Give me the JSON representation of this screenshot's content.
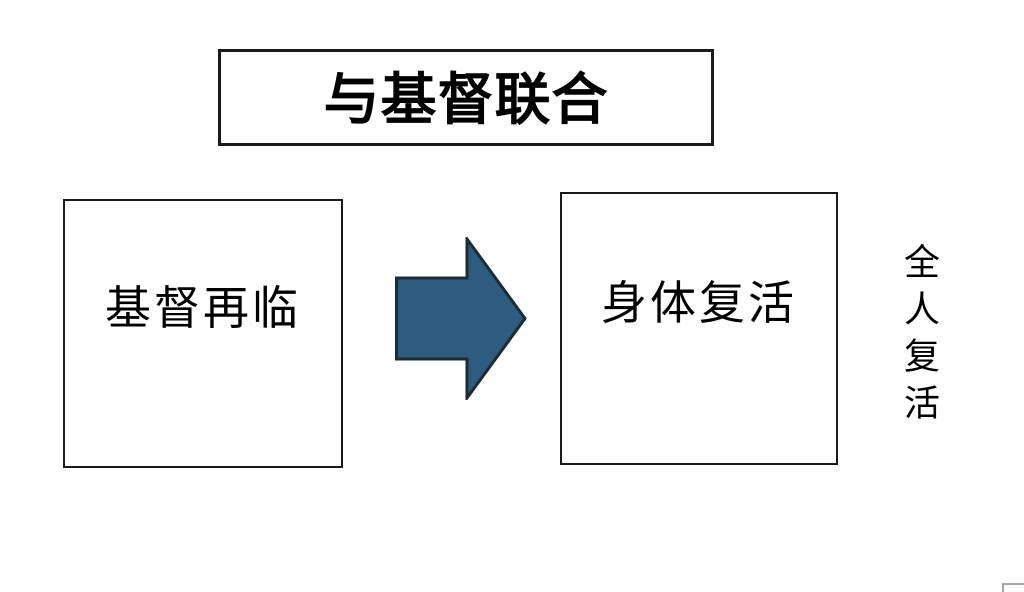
{
  "slide": {
    "title": "与基督联合",
    "boxes": {
      "left": {
        "label": "基督再临"
      },
      "right": {
        "label": "身体复活"
      }
    },
    "arrow": {
      "direction": "right",
      "name": "block-right-arrow"
    },
    "side_note": "全人复活"
  },
  "colors": {
    "background": "#ffffff",
    "box_border": "#1a1a1a",
    "text": "#000000",
    "arrow_fill": "#2d5c80",
    "arrow_stroke": "#1d2b35",
    "corner_fragment_border": "#a6a6a6"
  }
}
